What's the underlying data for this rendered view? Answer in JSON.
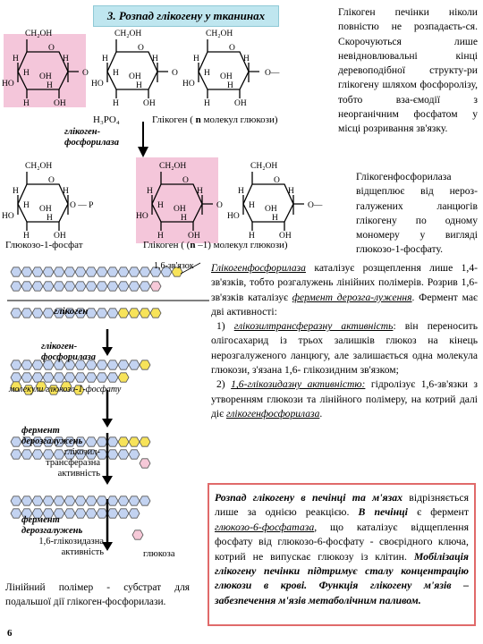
{
  "section_title": "3. Розпад глікогену у тканинах",
  "page_number": "6",
  "top_right_text": "Глікоген печінки ніколи повністю не розпадаєть-ся. Скорочуються лише невідновлювальні кінці деревоподібної структу-ри глікогену шляхом фосфоролізу, тобто вза-ємодії з неорганічним фосфатом у місці розривання зв'язку.",
  "right_text_2": "Глікогенфосфорилаза відщеплює від нероз-галужених ланцюгів глікогену по одному мономеру у вигляді глюкозо-1-фосфату.",
  "reaction": {
    "reagent_h3po4": "H₃PO₄",
    "glycogen_n_prefix": "Глікоген ( ",
    "glycogen_n_bold": "n",
    "glycogen_n_suffix": " молекул глюкози)",
    "enzyme_label": "глікоген-фосфорилаза",
    "product1": "Глюкозо-1-фосфат",
    "product2_prefix": "Глікоген ( (",
    "product2_bold": "n",
    "product2_suffix": " –1) молекул глюкози)",
    "atom_labels": [
      "CH₂OH",
      "H",
      "OH",
      "HO",
      "O",
      "P"
    ]
  },
  "diagram": {
    "bond_label": "1,6-зв'язок",
    "glycogen_label": "глікоген",
    "enzyme1": "глікоген-фосфорилаза",
    "g1p_label": "молекули глюкозо-1-фосфату",
    "enzyme2": "фермент дерозгалужень",
    "enzyme2_activity": "глікозил-трансферазна активність",
    "enzyme3": "фермент дерозгалужень",
    "enzyme3_activity": "1,6-глікозидазна активність",
    "glucose_label": "глюкоза",
    "bottom_text": "Лінійний полімер - субстрат для подальшої дії глікоген-фосфорилази."
  },
  "debranching": {
    "p1_enzyme": "Глікогенфосфорилаза",
    "p1_a": " каталізує розщеплення лише 1,4-зв'язків, тобто розгалужень лінійних полімерів. Розрив 1,6-зв'язків каталізує ",
    "p1_enzyme2": "фермент дерозга-луження",
    "p1_b": ". Фермент має дві активності:",
    "a1_num": "1) ",
    "a1_name": "глікозилтрансферазну активність",
    "a1_text": ": він переносить олігосахарид із трьох залишків глюкоз на кінець нерозгалуженого ланцюгу, але залишається одна молекула глюкози, з'язана 1,6- глікозидним зв'язком;",
    "a2_num": "2) ",
    "a2_name": "1,6-глікозидазну активністю:",
    "a2_text": " гідролізує 1,6-зв'язки з утворенням глюкози та лінійного полімеру, на котрий далі діє ",
    "a2_enzyme": "глікогенфосфорилаза",
    "a2_end": "."
  },
  "boxed": {
    "b1": "Розпад глікогену в печінці та м'язах",
    "t1": " відрізняється лише за однією реакцією. ",
    "b2": "В печінці",
    "t2": " є фермент ",
    "enzyme": "глюкозо-6-фосфатаза",
    "t3": ", що каталізує відщеплення фосфату від глюкозо-6-фосфату - своєрідного ключа, котрий не випускає глюкозу із клітин. ",
    "b3": "Мобілізація глікогену печінки підтримує сталу концентрацію глюкози в крові. Функція глікогену м'язів – забезпечення м'язів метаболічним паливом."
  },
  "colors": {
    "pink": "#f4c6da",
    "blue_bead": "#c3d3f1",
    "yellow_bead": "#f7e35a",
    "pink_bead": "#f6c9d8",
    "title_bg": "#bfe6ef",
    "box_border": "#e06a6a"
  }
}
